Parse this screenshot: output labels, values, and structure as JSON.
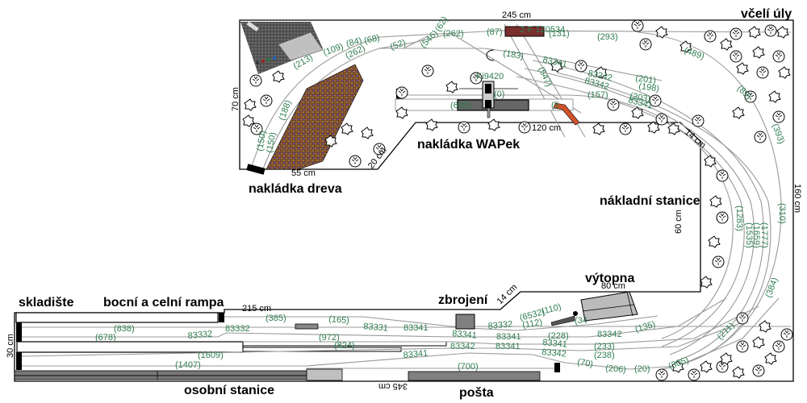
{
  "diagram": {
    "type": "model railway track plan",
    "areas": {
      "vceli_uly": "včelí úly",
      "nakladka_dreva": "nakládka dreva",
      "nakladka_wapek": "nakládka WAPek",
      "nakladni_stanice": "nákladní stanice",
      "vytopna": "výtopna",
      "zbrojeni": "zbrojení",
      "skladiste": "skladište",
      "bocni_rampa": "bocní a celní rampa",
      "osobni_stanice": "osobní stanice",
      "posta": "pošta"
    },
    "dimensions": {
      "top_width": "245 cm",
      "left_top_height": "70 cm",
      "right_height": "160 cm",
      "inner_height": "60 cm",
      "inner_width_vytopna": "80 cm",
      "left_bottom_height": "30 cm",
      "bottom_mid_width": "215 cm",
      "bottom_total": "345 cm",
      "dreva_width": "55 cm",
      "diag_20": "20 cm",
      "wapek_gap": "120 cm",
      "corner_14_top": "14 cm",
      "corner_14_bottom": "14 cm"
    },
    "loco_label": "Ki9420",
    "wagon_label": "2-F 120534",
    "track_labels": {
      "t213": "(213)",
      "t109": "(109)",
      "t84": "(84)",
      "t68": "(68)",
      "t262a": "(262)",
      "t52": "(52)",
      "t546": "(546)",
      "t62": "(62)",
      "t262b": "(262)",
      "t87": "(87)",
      "t131": "(131)",
      "t293": "(293)",
      "t489": "(489)",
      "t89": "(89)",
      "t393": "(393)",
      "t183": "(183)",
      "t83341a": "83341",
      "t547": "(547)",
      "t83342a": "83342",
      "t83342b": "83342",
      "t201": "(201)",
      "t198": "(198)",
      "t203": "(203)",
      "t83341b": "83341",
      "t157": "(157)",
      "t600": "(600)",
      "t0": "(0)",
      "t5": "(5",
      "t188": "(188)",
      "t150a": "(150)",
      "t150b": "(150)",
      "t1283": "(1283)",
      "t1535": "(1535)",
      "t1659": "(1659)",
      "t1777": "(1777)",
      "t310": "(310)",
      "t384": "(384)",
      "t211": "(211)",
      "t305": "(305)",
      "t20": "(20)",
      "t206": "(206)",
      "t70": "(70)",
      "t135": "(135)",
      "t228": "(228)",
      "t233": "(233)",
      "t238": "(238)",
      "t110": "(110)",
      "t6532": "(6532)",
      "t112": "(112)",
      "t83332c": "83332",
      "t83341c": "83341",
      "t83341d": "83341",
      "t83342c": "83342",
      "t83341e": "83341",
      "t83341f": "83341",
      "t83342d": "83342",
      "t83342e": "83342",
      "t83341g": "83341",
      "t83341h": "83341",
      "t83331": "83331",
      "t165": "(165)",
      "t385": "(385)",
      "t838": "(838)",
      "t678": "(678)",
      "t83332a": "83332",
      "t83332b": "83332",
      "t972": "(972)",
      "t824": "(824)",
      "t1609": "(1609)",
      "t1407": "(1407)",
      "t700": "(700)",
      "t83342f": "83342",
      "t34": "(34"
    }
  }
}
